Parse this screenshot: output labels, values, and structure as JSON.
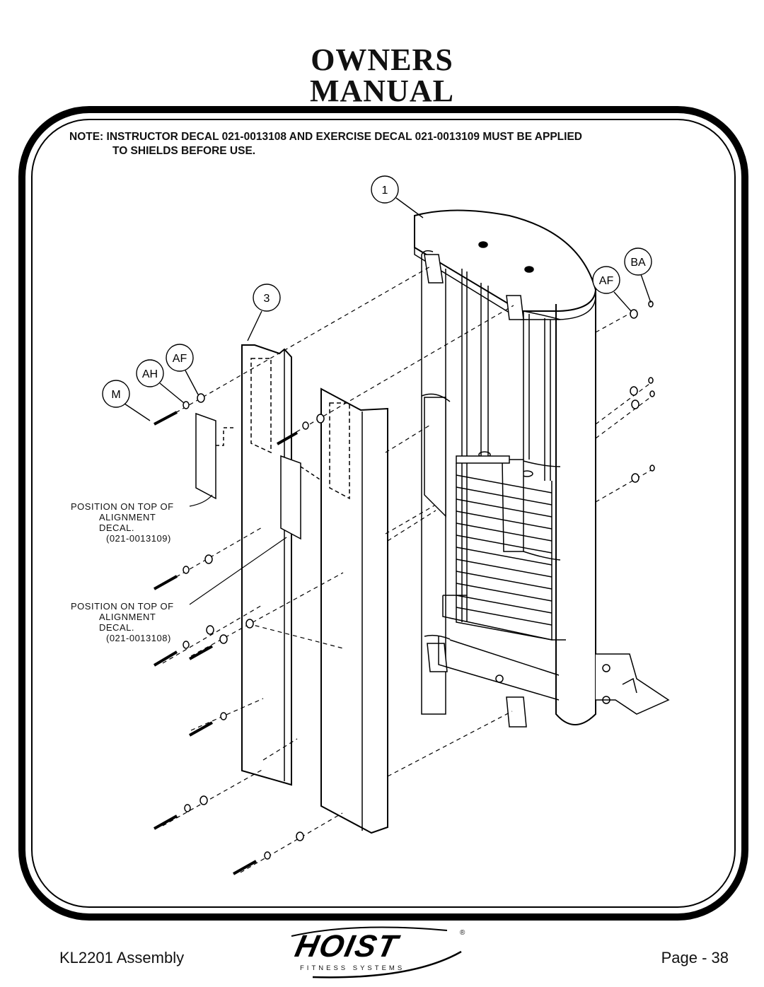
{
  "header": {
    "title_line1": "OWNERS",
    "title_line2": "MANUAL"
  },
  "note": {
    "line1": "NOTE: INSTRUCTOR DECAL 021-0013108 AND EXERCISE DECAL 021-0013109 MUST BE APPLIED",
    "line2": "TO SHIELDS BEFORE USE."
  },
  "callouts": {
    "part_1": "1",
    "part_3": "3",
    "ba": "BA",
    "af_right": "AF",
    "af_left": "AF",
    "ah": "AH",
    "m": "M"
  },
  "captions": {
    "exercise_decal": [
      "POSITION ON TOP OF",
      "ALIGNMENT DECAL.",
      "(021-0013109)"
    ],
    "instructor_decal": [
      "POSITION ON TOP OF",
      "ALIGNMENT DECAL.",
      "(021-0013108)"
    ]
  },
  "footer": {
    "left": "KL2201 Assembly",
    "right": "Page - 38",
    "logo_text": "HOIST",
    "logo_sub": "FITNESS SYSTEMS",
    "logo_mark": "®"
  }
}
